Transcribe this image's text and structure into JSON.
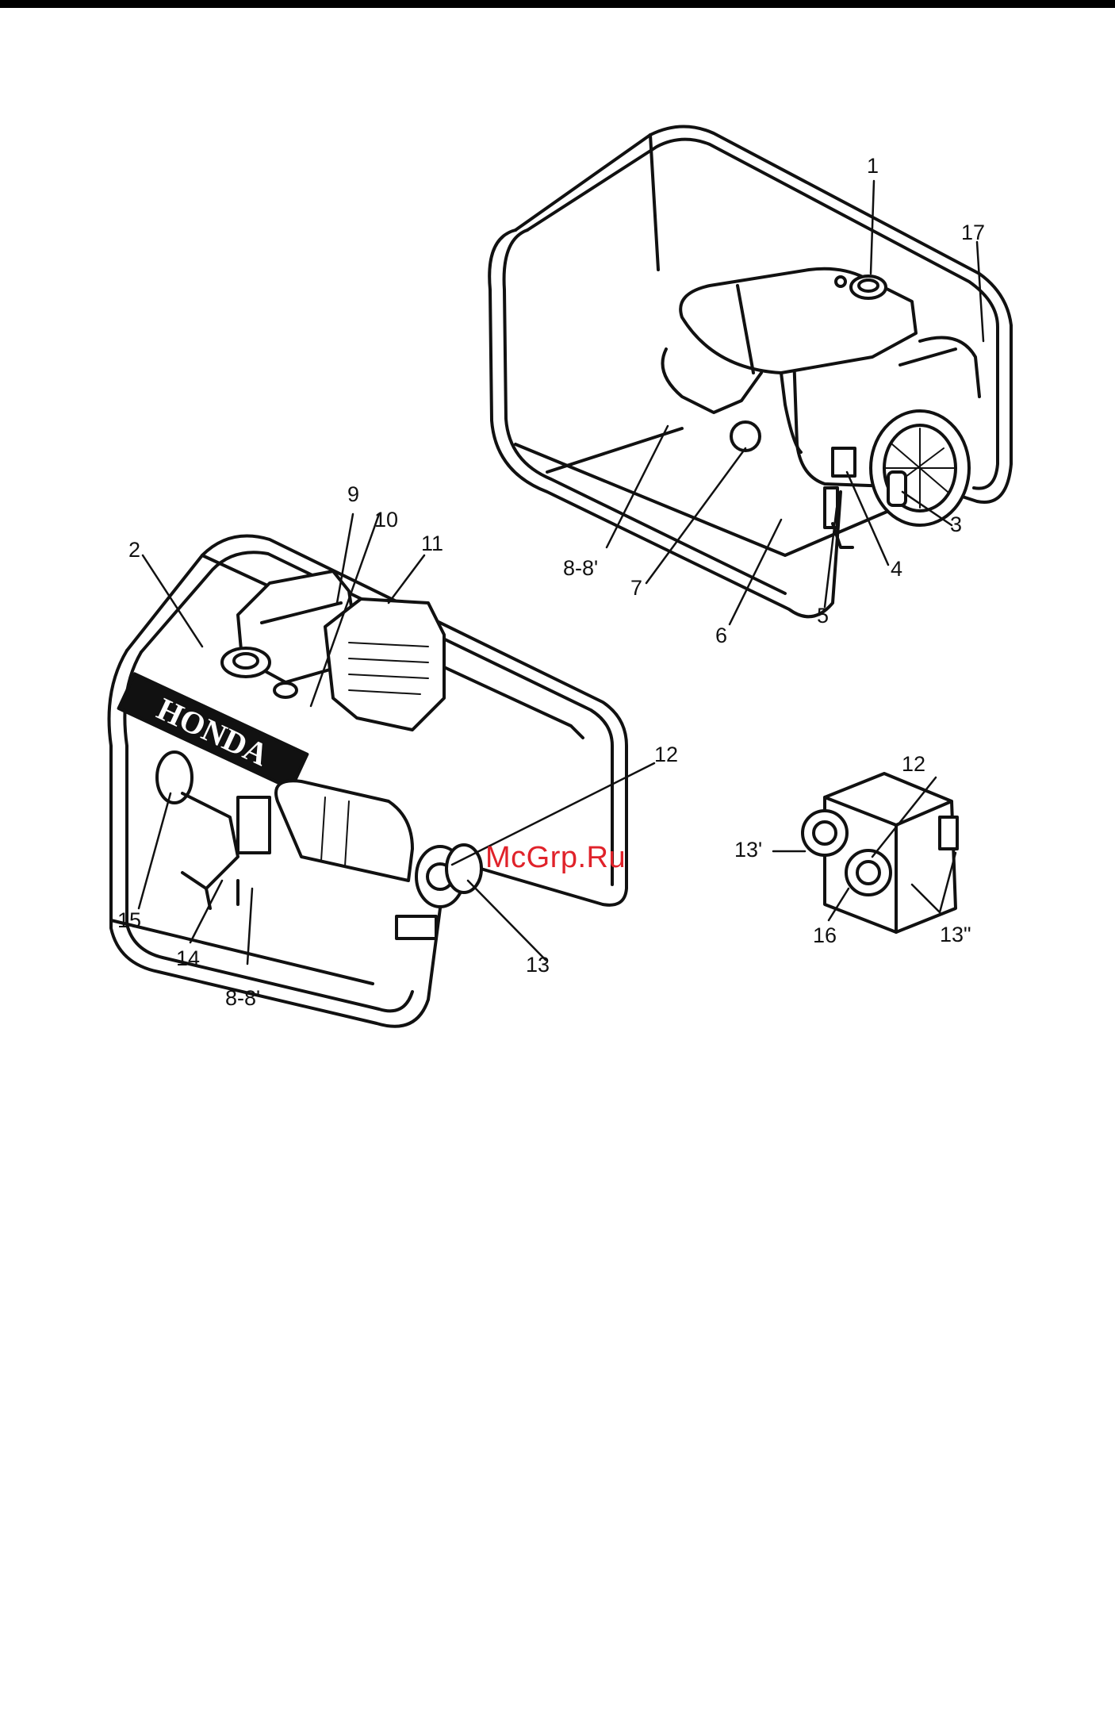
{
  "brand": "HONDA",
  "watermark": "McGrp.Ru",
  "callouts": {
    "c1": "1",
    "c17": "17",
    "c3": "3",
    "c4": "4",
    "c5": "5",
    "c6": "6",
    "c7": "7",
    "c88_top": "8-8'",
    "c2": "2",
    "c9": "9",
    "c10": "10",
    "c11": "11",
    "c12": "12",
    "c13": "13",
    "c14": "14",
    "c15": "15",
    "c88_bottom": "8-8'",
    "c12_detail": "12",
    "c13_prime": "13'",
    "c16": "16",
    "c13_dprime": "13\""
  },
  "colors": {
    "ink": "#111111",
    "shade": "#cfcfcf",
    "watermark": "#e0222a"
  }
}
